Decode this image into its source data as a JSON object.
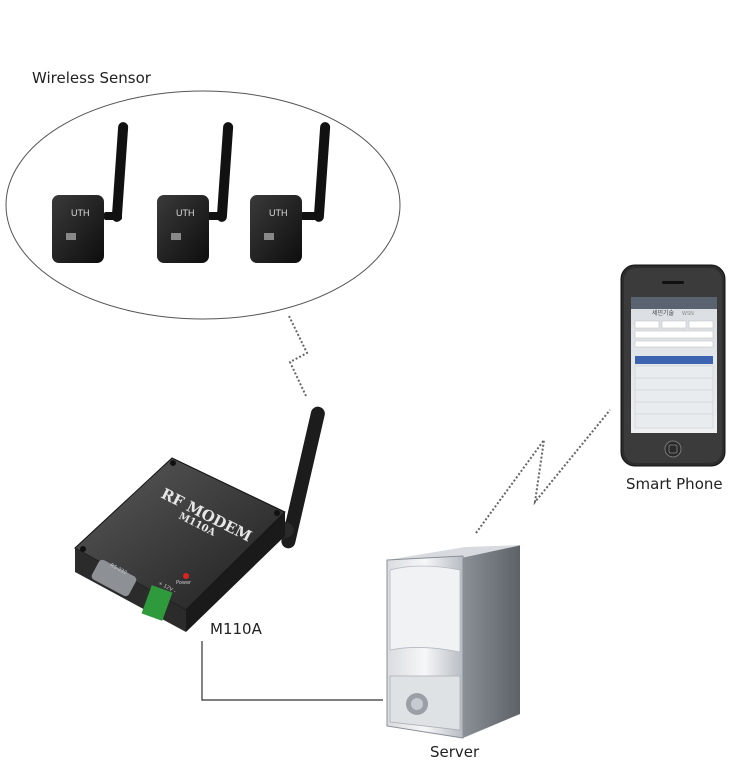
{
  "labels": {
    "sensor_group": "Wireless Sensor",
    "modem": "M110A",
    "server": "Server",
    "phone": "Smart Phone"
  },
  "sensor_text": {
    "brand": "UTH"
  },
  "modem_text": {
    "title": "RF MODEM",
    "model": "M110A",
    "power": "Power",
    "port_left": "RS-232",
    "port_right": "+ 12V -"
  },
  "phone_text": {
    "header": "세민기술",
    "sub": "WSN"
  }
}
